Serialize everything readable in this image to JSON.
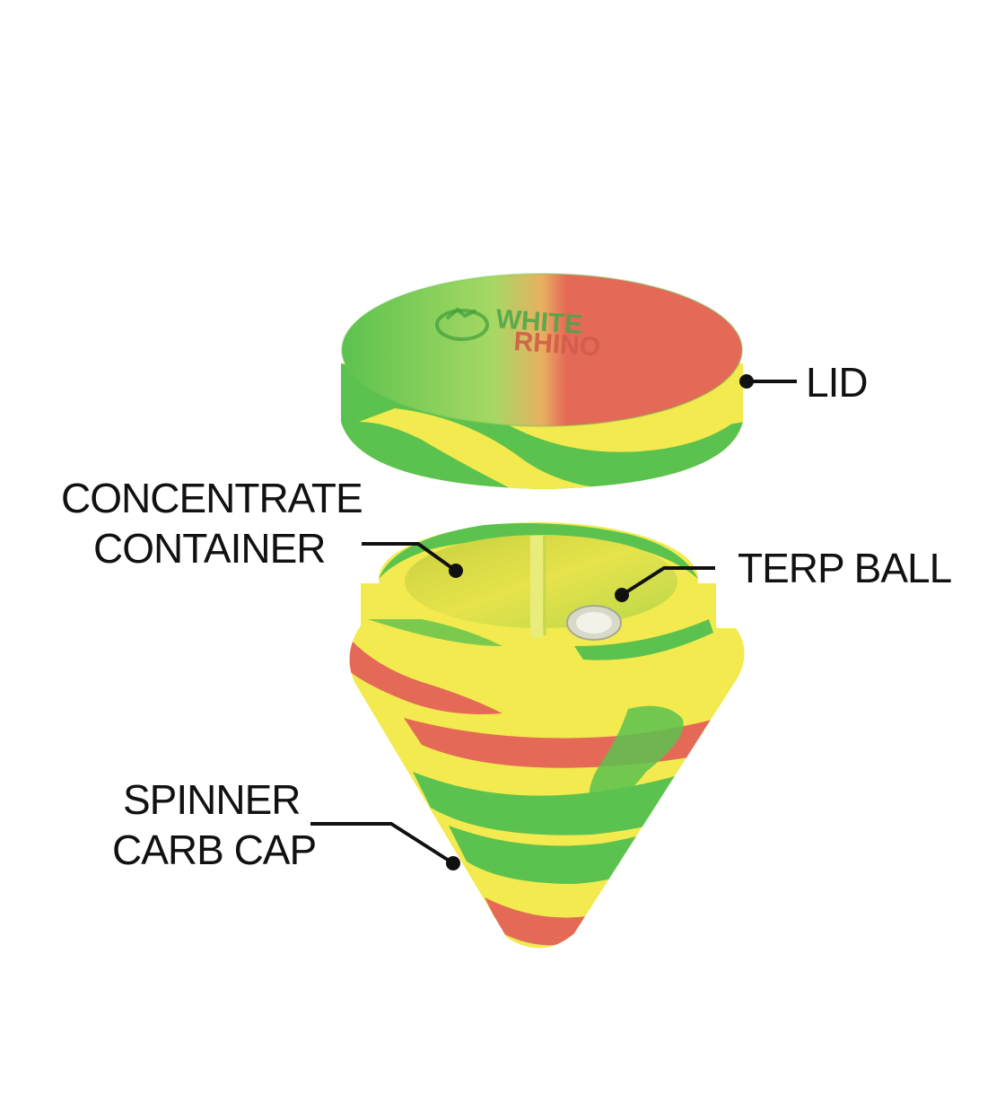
{
  "product": {
    "logo_line_1": "WHITE",
    "logo_line_2": "RHINO"
  },
  "callouts": {
    "lid": "LID",
    "concentrate_container": [
      "CONCENTRATE",
      "CONTAINER"
    ],
    "terp_ball": "TERP BALL",
    "spinner_carb_cap": [
      "SPINNER",
      "CARB CAP"
    ]
  },
  "colors": {
    "green": "#5cc24f",
    "yellow": "#f2ea4e",
    "red": "#e46a57",
    "leader_line": "#111111",
    "background": "#ffffff"
  }
}
